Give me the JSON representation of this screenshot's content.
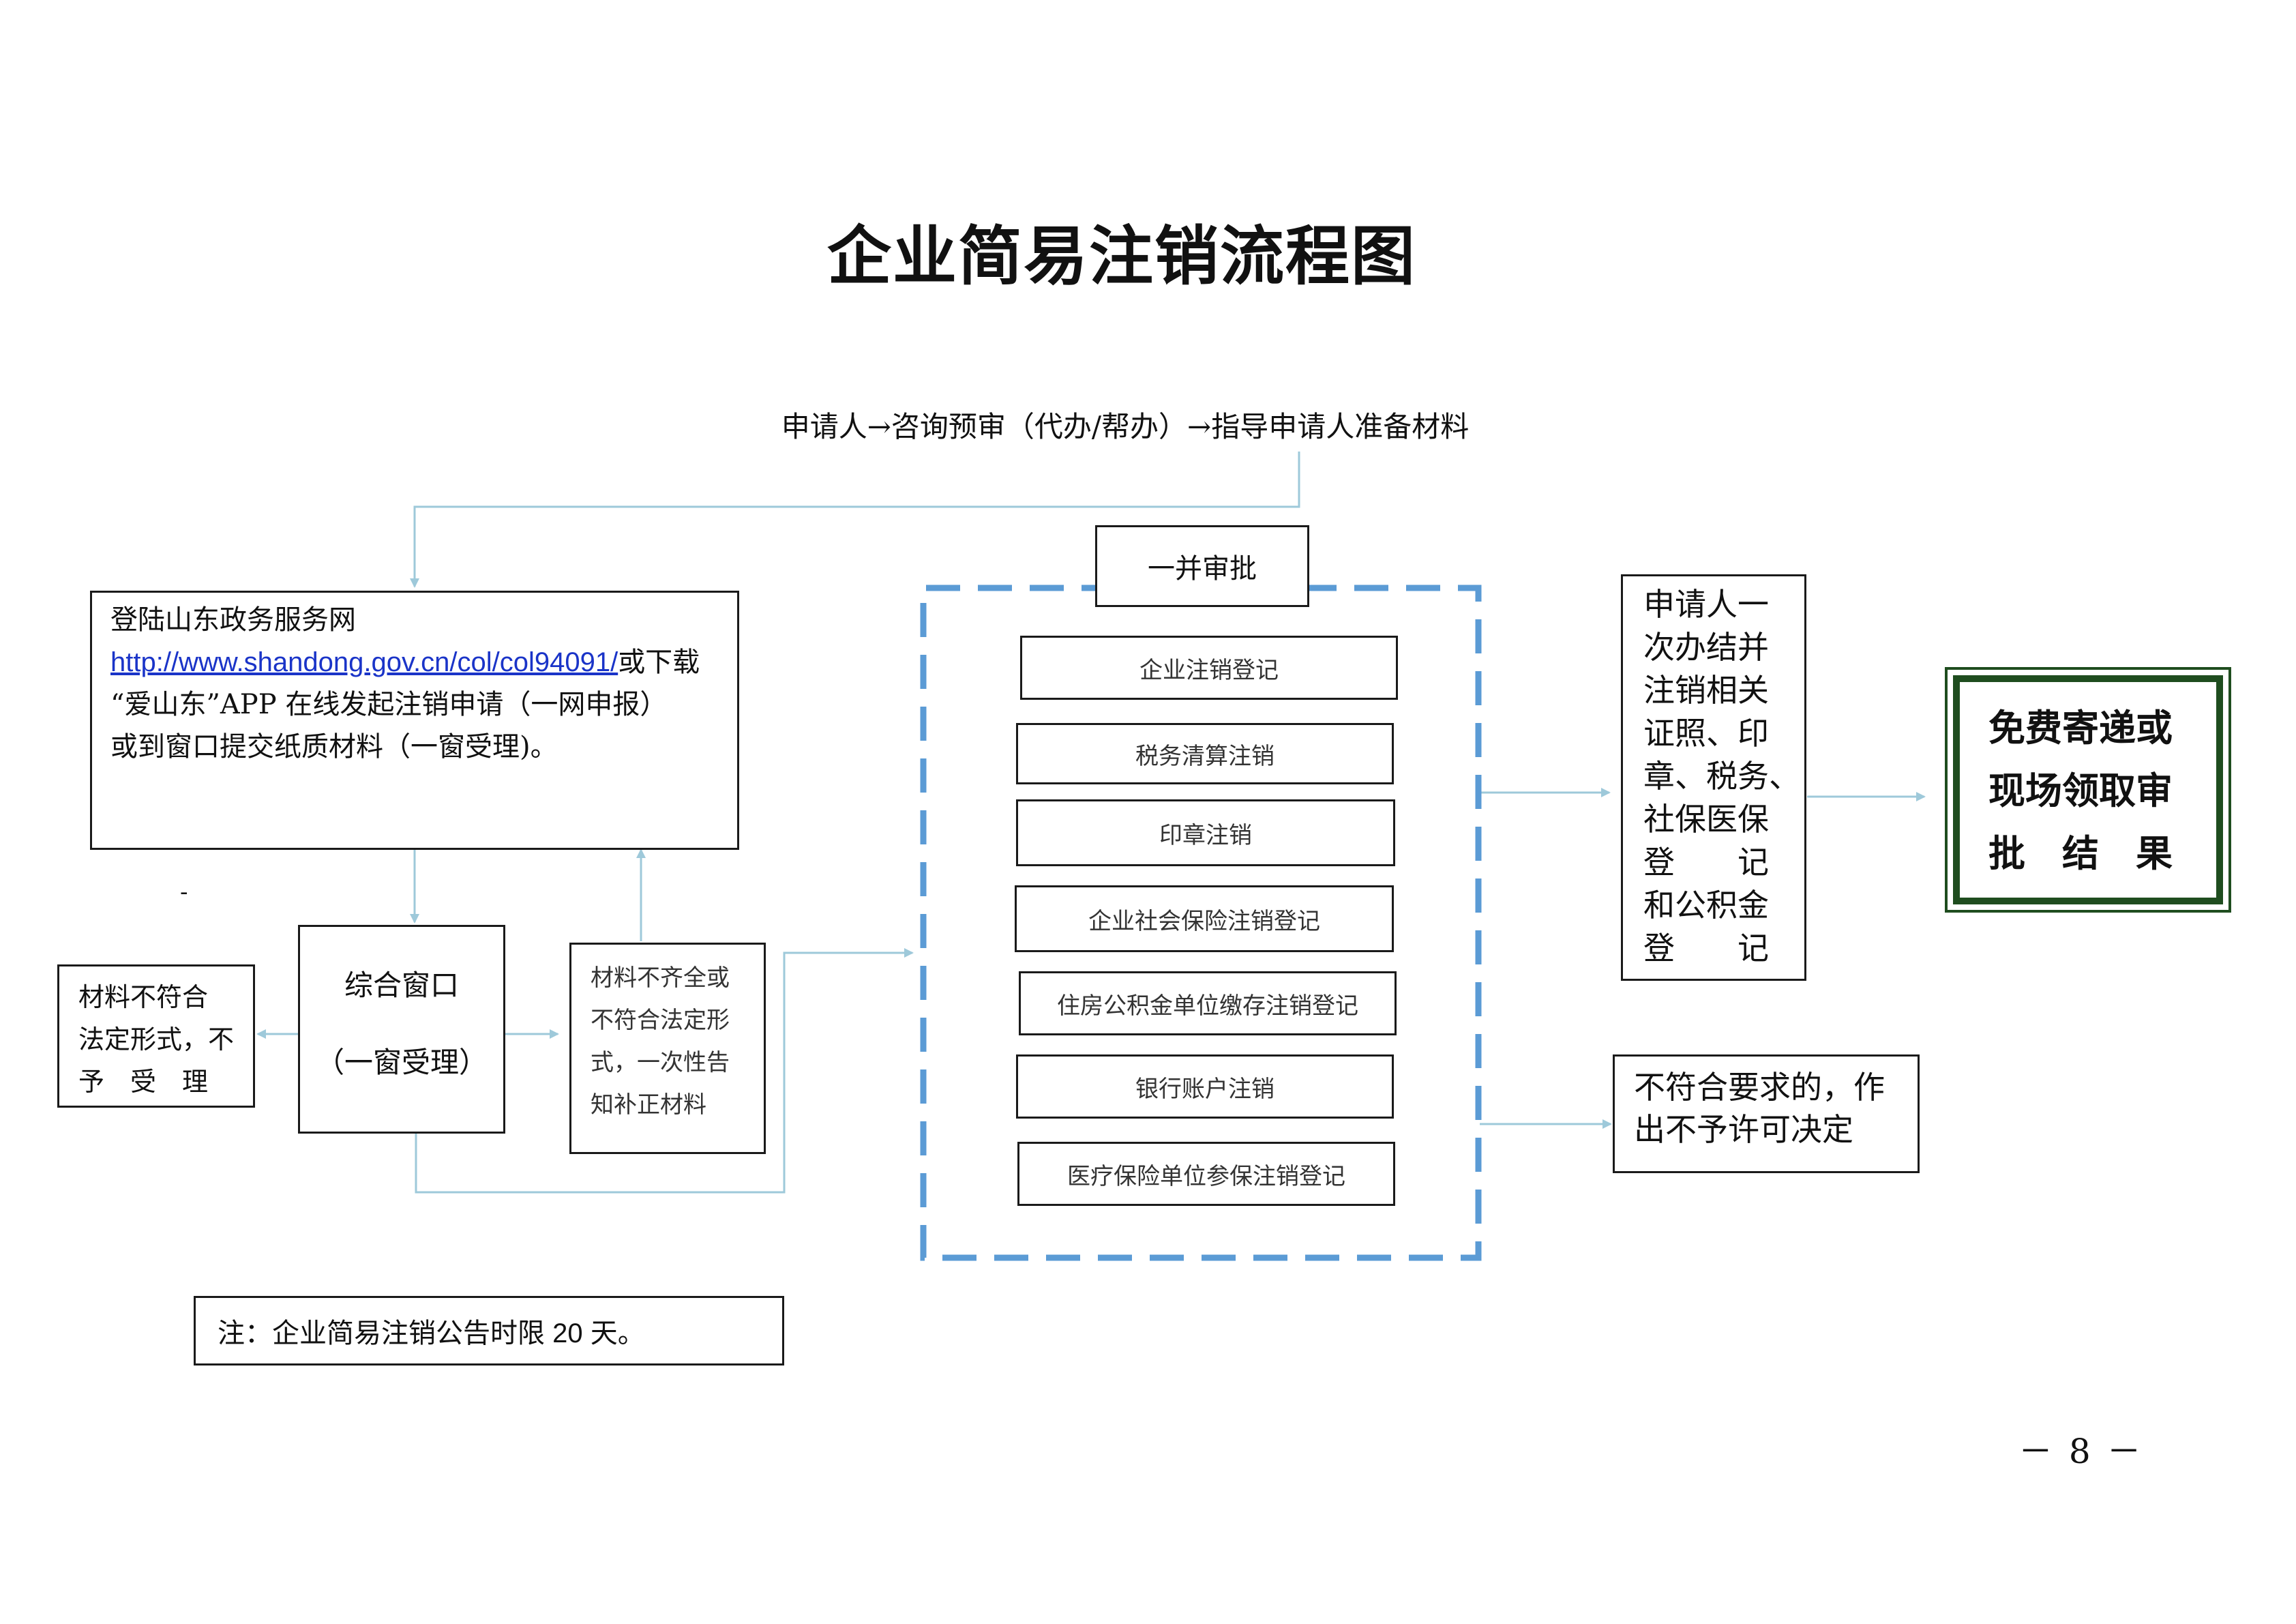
{
  "title": "企业简易注销流程图",
  "intro_flow": "申请人→咨询预审（代办/帮办）→指导申请人准备材料",
  "portal": {
    "line1": "登陆山东政务服务网",
    "link": "http://www.shandong.gov.cn/col/col94091/",
    "line2_suffix": "或下载",
    "line3": "“爱山东”APP 在线发起注销申请（一网申报）",
    "line4": "或到窗口提交纸质材料（一窗受理)。"
  },
  "stray_mark": "-",
  "window": {
    "line1": "综合窗口",
    "line2": "（一窗受理）"
  },
  "reject_left": {
    "line1": "材料不符合",
    "line2": "法定形式，不",
    "line3": "予　受　理"
  },
  "supplement": {
    "line1": "材料不齐全或",
    "line2": "不符合法定形",
    "line3": "式，一次性告",
    "line4": "知补正材料"
  },
  "joint_approval": {
    "label": "一并审批",
    "items": [
      "企业注销登记",
      "税务清算注销",
      "印章注销",
      "企业社会保险注销登记",
      "住房公积金单位缴存注销登记",
      "银行账户注销",
      "医疗保险单位参保注销登记"
    ]
  },
  "applicant_once": {
    "lines": [
      "申请人一",
      "次办结并",
      "注销相关",
      "证照、印",
      "章、税务、",
      "社保医保",
      "登　　记",
      "和公积金",
      "登　　记"
    ]
  },
  "not_permitted": {
    "line1": "不符合要求的，作",
    "line2": "出不予许可决定"
  },
  "result": {
    "line1": "免费寄递或",
    "line2": "现场领取审",
    "line3": "批　结　果"
  },
  "note": "注：企业简易注销公告时限 20 天。",
  "page_number": "－ 8 －",
  "colors": {
    "connector": "#9ec9da",
    "dashed_border": "#5b9bd5",
    "result_border": "#1f4d1f",
    "link": "#1a34c8"
  }
}
